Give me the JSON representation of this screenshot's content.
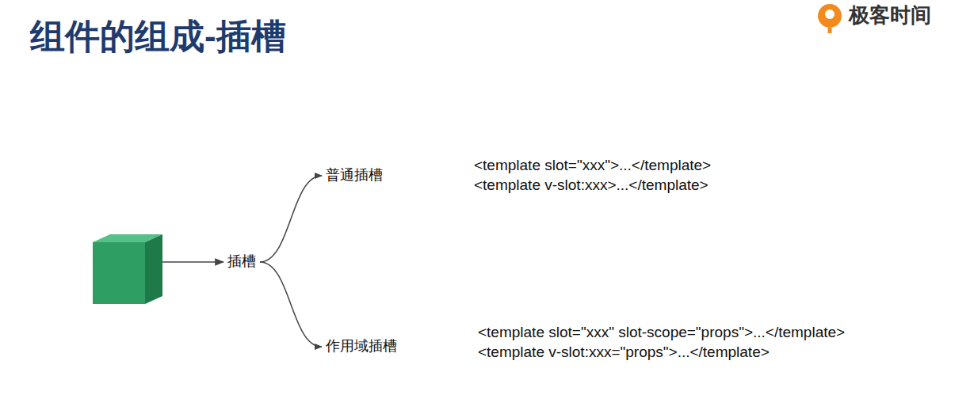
{
  "diagram": {
    "title": "组件的组成-插槽",
    "nodes": [
      {
        "text": [
          "插槽"
        ]
      },
      {
        "text": [
          "普通插槽"
        ]
      },
      {
        "text": [
          "作用域插槽"
        ]
      }
    ],
    "edges": [
      {
        "from": 0,
        "to": 1,
        "arrow": "to"
      },
      {
        "from": 0,
        "to": 2,
        "arrow": "to"
      }
    ],
    "labels": [
      "极客时间",
      "<template slot=\"xxx\">...</template>",
      "<template v-slot:xxx>...</template>",
      "<template slot=\"xxx\" slot-scope=\"props\">...</template>",
      "<template v-slot:xxx=\"props\">...</template>"
    ]
  }
}
